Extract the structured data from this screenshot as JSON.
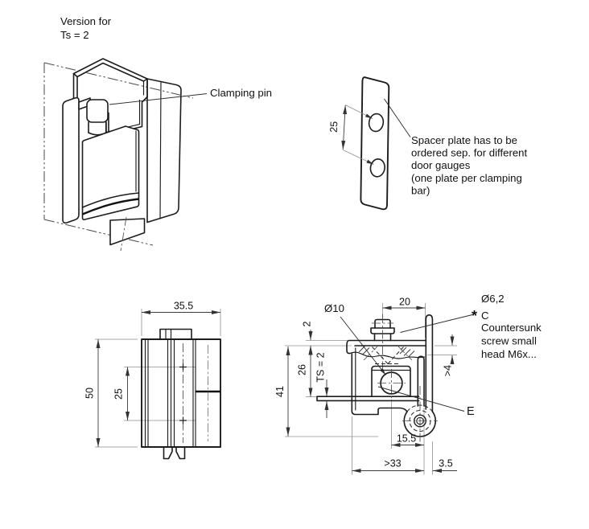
{
  "drawing": {
    "iso": {
      "title1": "Version for",
      "title2": "Ts = 2",
      "pin_label": "Clamping pin"
    },
    "spacer": {
      "dim25": "25",
      "note_lines": [
        "Spacer plate has to be",
        "ordered sep. for different",
        "door gauges",
        "(one plate per clamping",
        "bar)"
      ]
    },
    "front": {
      "dim_width": "35.5",
      "dim_height": "50",
      "dim_holes": "25"
    },
    "side": {
      "dim20": "20",
      "dim_d10": "Ø10",
      "dim2": "2",
      "dim26": "26",
      "dim_ts": "TS = 2",
      "dim41": "41",
      "dim_gt4": ">4",
      "dim155": "15.5",
      "dim_gt33": ">33",
      "dim35": "3.5",
      "label_d62": "Ø6,2",
      "label_star": "*",
      "label_c": "C",
      "note_lines": [
        "Countersunk",
        "screw small",
        "head M6x..."
      ],
      "label_e": "E"
    }
  }
}
